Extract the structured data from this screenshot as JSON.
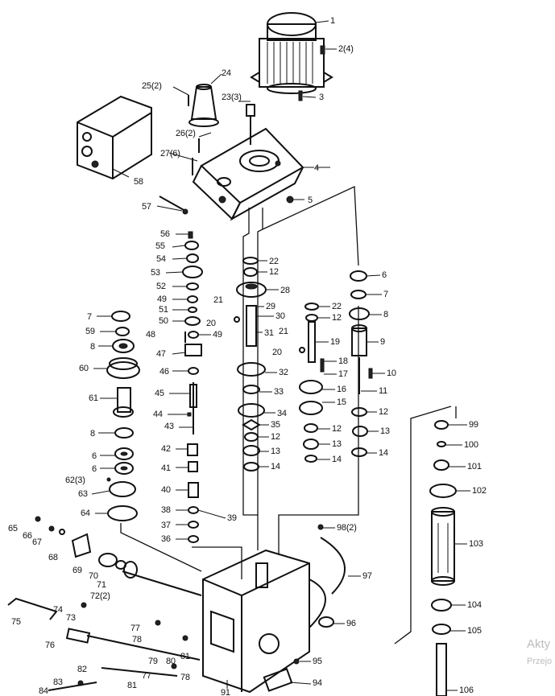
{
  "labels": {
    "p1": "1",
    "p2": "2(4)",
    "p3": "3",
    "p4": "4",
    "p5": "5",
    "p6a": "6",
    "p6b": "6",
    "p6c": "6",
    "p7a": "7",
    "p7b": "7",
    "p8a": "8",
    "p8b": "8",
    "p8c": "8",
    "p9": "9",
    "p10": "10",
    "p11": "11",
    "p12a": "12",
    "p12b": "12",
    "p12c": "12",
    "p12d": "12",
    "p12e": "12",
    "p13a": "13",
    "p13b": "13",
    "p13c": "13",
    "p14a": "14",
    "p14b": "14",
    "p14c": "14",
    "p15": "15",
    "p16": "16",
    "p17": "17",
    "p18": "18",
    "p19": "19",
    "p20a": "20",
    "p20b": "20",
    "p21a": "21",
    "p21b": "21",
    "p22a": "22",
    "p22b": "22",
    "p23": "23(3)",
    "p24": "24",
    "p25": "25(2)",
    "p26": "26(2)",
    "p27": "27(6)",
    "p28": "28",
    "p29": "29",
    "p30": "30",
    "p31": "31",
    "p32": "32",
    "p33": "33",
    "p34": "34",
    "p35": "35",
    "p36": "36",
    "p37": "37",
    "p38": "38",
    "p39": "39",
    "p40": "40",
    "p41": "41",
    "p42": "42",
    "p43": "43",
    "p44": "44",
    "p45": "45",
    "p46": "46",
    "p47": "47",
    "p48": "48",
    "p49a": "49",
    "p49b": "49",
    "p50": "50",
    "p51": "51",
    "p52": "52",
    "p53": "53",
    "p54": "54",
    "p55": "55",
    "p56": "56",
    "p57": "57",
    "p58": "58",
    "p59": "59",
    "p60": "60",
    "p61": "61",
    "p62": "62(3)",
    "p63": "63",
    "p64": "64",
    "p65": "65",
    "p66": "66",
    "p67": "67",
    "p68": "68",
    "p69": "69",
    "p70": "70",
    "p71": "71",
    "p72": "72(2)",
    "p73": "73",
    "p74": "74",
    "p75": "75",
    "p76": "76",
    "p77a": "77",
    "p77b": "77",
    "p78a": "78",
    "p78b": "78",
    "p79": "79",
    "p80": "80",
    "p81a": "81",
    "p81b": "81",
    "p82": "82",
    "p83": "83",
    "p84": "84",
    "p91": "91",
    "p94": "94",
    "p95": "95",
    "p96": "96",
    "p97": "97",
    "p98": "98(2)",
    "p99": "99",
    "p100": "100",
    "p101": "101",
    "p102": "102",
    "p103": "103",
    "p104": "104",
    "p105": "105",
    "p106": "106"
  },
  "watermark": {
    "line1": "Akty",
    "line2": "Przejo"
  }
}
